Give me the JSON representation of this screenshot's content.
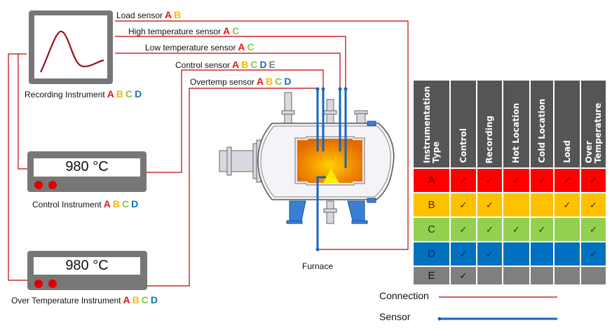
{
  "letter_colors": {
    "A": "#e3141c",
    "B": "#f7b70c",
    "C": "#8cc44f",
    "D": "#1272b6",
    "E": "#7a7a7a"
  },
  "sensor_labels": [
    {
      "text": "Load sensor",
      "letters": [
        "A",
        "B"
      ]
    },
    {
      "text": "High temperature sensor",
      "letters": [
        "A",
        "C"
      ]
    },
    {
      "text": "Low temperature sensor",
      "letters": [
        "A",
        "C"
      ]
    },
    {
      "text": "Control sensor",
      "letters": [
        "A",
        "B",
        "C",
        "D",
        "E"
      ]
    },
    {
      "text": "Overtemp sensor",
      "letters": [
        "A",
        "B",
        "C",
        "D"
      ]
    }
  ],
  "instruments": {
    "recording": {
      "label": "Recording Instrument",
      "letters": [
        "A",
        "B",
        "C",
        "D"
      ]
    },
    "control": {
      "label": "Control Instrument",
      "letters": [
        "A",
        "B",
        "C",
        "D"
      ],
      "display": "980 °C"
    },
    "overtemp": {
      "label": "Over Temperature Instrument",
      "letters": [
        "A",
        "B",
        "C",
        "D"
      ],
      "display": "980 °C"
    }
  },
  "furnace": {
    "label": "Furnace"
  },
  "table": {
    "headers": [
      "Instrumentation Type",
      "Control",
      "Recording",
      "Hot Location",
      "Cold Location",
      "Load",
      "Over Temperature"
    ],
    "rows": [
      {
        "type": "A",
        "color": "#ff0000",
        "text_color": "#5a0000",
        "checks": [
          true,
          true,
          true,
          true,
          true,
          true
        ]
      },
      {
        "type": "B",
        "color": "#ffc000",
        "text_color": "#4a3000",
        "checks": [
          true,
          true,
          false,
          false,
          true,
          true
        ]
      },
      {
        "type": "C",
        "color": "#92d050",
        "text_color": "#1a3a10",
        "checks": [
          true,
          true,
          true,
          true,
          false,
          true
        ]
      },
      {
        "type": "D",
        "color": "#0070c0",
        "text_color": "#0a2a60",
        "checks": [
          true,
          true,
          false,
          false,
          false,
          true
        ]
      },
      {
        "type": "E",
        "color": "#7f7f7f",
        "text_color": "#111111",
        "checks": [
          true,
          false,
          false,
          false,
          false,
          false
        ]
      }
    ],
    "check_glyph": "✓"
  },
  "legend": {
    "connection": {
      "label": "Connection",
      "color": "#c00000"
    },
    "sensor": {
      "label": "Sensor",
      "color": "#1565c0"
    }
  },
  "colors": {
    "wire": "#c00000",
    "sensor": "#1565c0",
    "instrument_body": "#777777",
    "led": "#e00000",
    "chart_curve": "#9b0e1a"
  }
}
